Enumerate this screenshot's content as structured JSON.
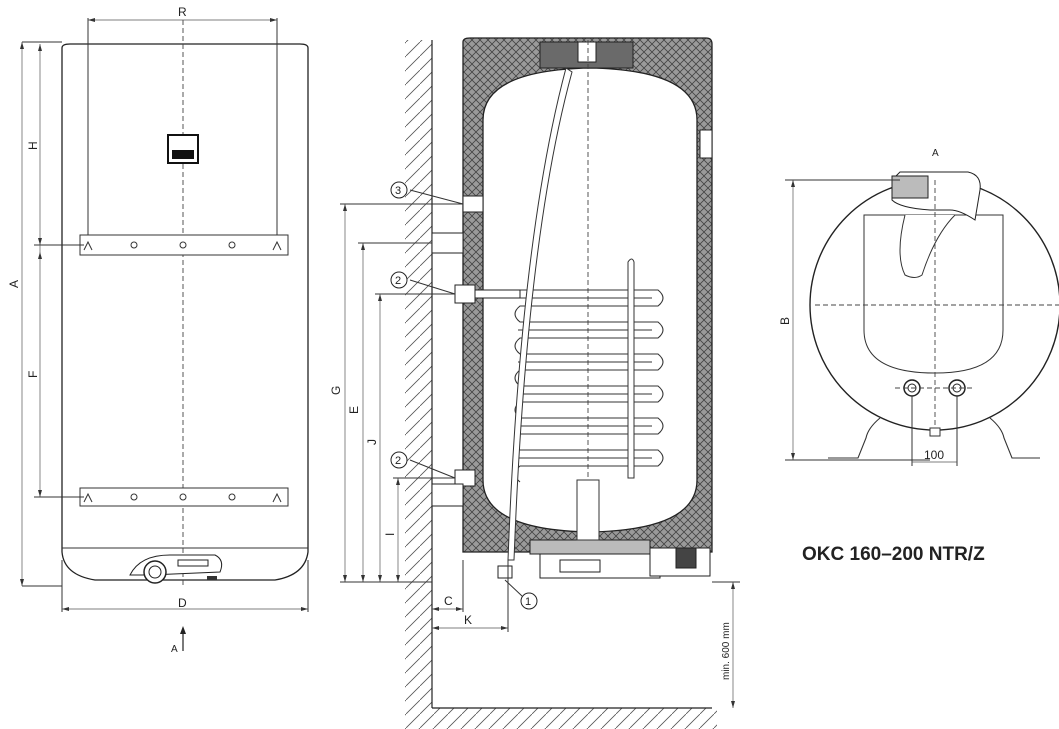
{
  "front_view": {
    "dim_R": "R",
    "dim_A": "A",
    "dim_H": "H",
    "dim_F": "F",
    "dim_D": "D",
    "view_arrow": "A"
  },
  "section_view": {
    "dim_G": "G",
    "dim_E": "E",
    "dim_J": "J",
    "dim_I": "I",
    "dim_C": "C",
    "dim_K": "K",
    "clearance": "min. 600 mm",
    "callouts": [
      "3",
      "2",
      "2",
      "1"
    ]
  },
  "top_view": {
    "view_label": "A",
    "dim_B": "B",
    "spacing": "100"
  },
  "model_title": "OKC 160–200 NTR/Z"
}
